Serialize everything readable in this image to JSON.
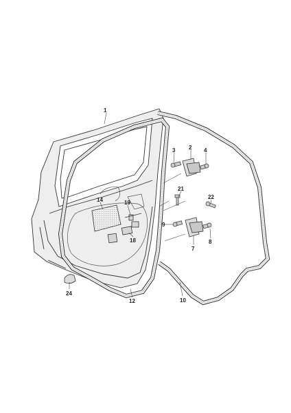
{
  "colors": {
    "line": "#333333",
    "fill": "#e9e9e9",
    "dot": "#7a7a7a",
    "label": "#222222"
  },
  "callouts": [
    {
      "id": "1",
      "label": "1"
    },
    {
      "id": "2",
      "label": "2"
    },
    {
      "id": "3",
      "label": "3"
    },
    {
      "id": "4",
      "label": "4"
    },
    {
      "id": "7",
      "label": "7"
    },
    {
      "id": "8",
      "label": "8"
    },
    {
      "id": "9",
      "label": "9"
    },
    {
      "id": "10",
      "label": "10"
    },
    {
      "id": "12",
      "label": "12"
    },
    {
      "id": "14",
      "label": "14"
    },
    {
      "id": "18",
      "label": "18"
    },
    {
      "id": "19",
      "label": "19"
    },
    {
      "id": "21",
      "label": "21"
    },
    {
      "id": "22",
      "label": "22"
    },
    {
      "id": "24",
      "label": "24"
    }
  ]
}
